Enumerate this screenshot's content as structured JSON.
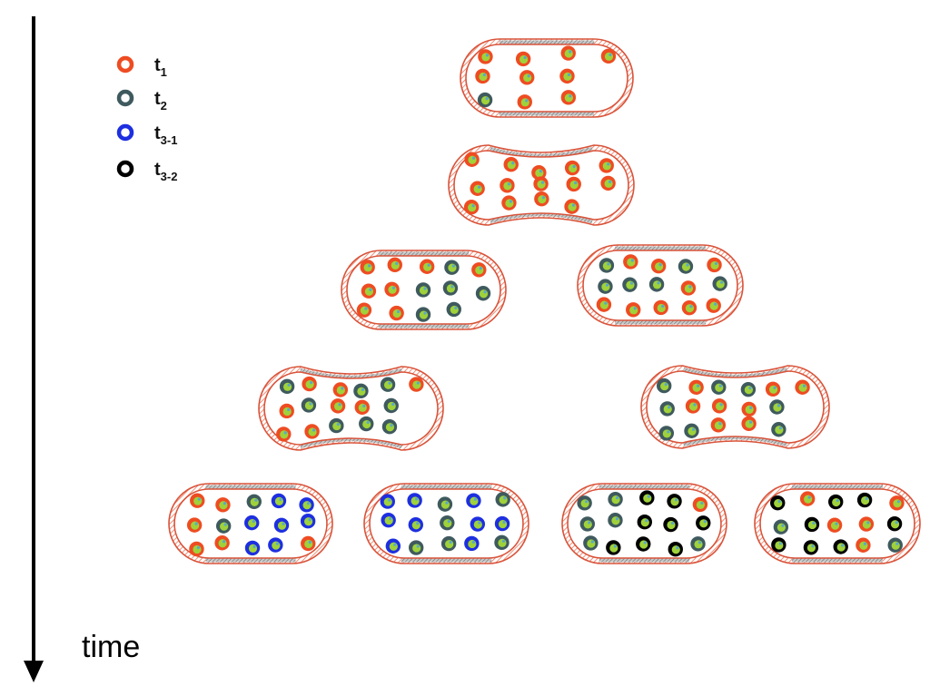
{
  "axis": {
    "label": "time"
  },
  "legend": [
    {
      "base": "t",
      "sub": "1",
      "color": "#ee4c22"
    },
    {
      "base": "t",
      "sub": "2",
      "color": "#3f5a5e"
    },
    {
      "base": "t",
      "sub": "3-1",
      "color": "#1d2fe0"
    },
    {
      "base": "t",
      "sub": "3-2",
      "color": "#000000"
    }
  ],
  "colors": {
    "membrane": "#d9533a",
    "membrane_hatch": "#f6c9b9",
    "septum_band": "#8a8a8a",
    "core": "#9fd23a",
    "core_spot": "#5aa8c8"
  },
  "cells": [
    {
      "generation": 1,
      "shape": "rod",
      "particles": [
        "t1",
        "t1",
        "t2",
        "t1",
        "t1",
        "t1",
        "t1",
        "t1",
        "t1",
        "t1"
      ]
    },
    {
      "generation": 2,
      "shape": "dividing",
      "particles": [
        "t1",
        "t1",
        "t1",
        "t1",
        "t1",
        "t1",
        "t1",
        "t1",
        "t1",
        "t1",
        "t1",
        "t1",
        "t1",
        "t1"
      ]
    },
    {
      "generation": 3,
      "shape": "rod",
      "particles": [
        "t1",
        "t1",
        "t1",
        "t1",
        "t1",
        "t1",
        "t1",
        "t2",
        "t2",
        "t2",
        "t2",
        "t2",
        "t1",
        "t2"
      ]
    },
    {
      "generation": 3,
      "shape": "rod",
      "particles": [
        "t2",
        "t2",
        "t1",
        "t1",
        "t2",
        "t1",
        "t1",
        "t2",
        "t1",
        "t2",
        "t1",
        "t1",
        "t1",
        "t2",
        "t1"
      ]
    },
    {
      "generation": 4,
      "shape": "dividing",
      "particles": [
        "t2",
        "t1",
        "t1",
        "t1",
        "t2",
        "t1",
        "t1",
        "t1",
        "t2",
        "t2",
        "t1",
        "t2",
        "t2",
        "t2",
        "t2",
        "t1"
      ]
    },
    {
      "generation": 4,
      "shape": "dividing",
      "particles": [
        "t2",
        "t2",
        "t2",
        "t1",
        "t1",
        "t2",
        "t2",
        "t1",
        "t1",
        "t2",
        "t1",
        "t1",
        "t1",
        "t2",
        "t2",
        "t1"
      ]
    },
    {
      "generation": 5,
      "shape": "rod",
      "particles": [
        "t1",
        "t1",
        "t1",
        "t1",
        "t2",
        "t1",
        "t2",
        "t3-1",
        "t3-1",
        "t3-1",
        "t3-1",
        "t3-1",
        "t3-1",
        "t3-1",
        "t1"
      ]
    },
    {
      "generation": 5,
      "shape": "rod",
      "particles": [
        "t3-1",
        "t3-1",
        "t3-1",
        "t3-1",
        "t3-1",
        "t2",
        "t2",
        "t2",
        "t2",
        "t3-1",
        "t3-1",
        "t3-1",
        "t2",
        "t3-1",
        "t2"
      ]
    },
    {
      "generation": 5,
      "shape": "rod",
      "particles": [
        "t2",
        "t2",
        "t2",
        "t2",
        "t2",
        "t3-2",
        "t3-2",
        "t3-2",
        "t3-2",
        "t3-2",
        "t3-2",
        "t3-2",
        "t1",
        "t3-2",
        "t2"
      ]
    },
    {
      "generation": 5,
      "shape": "rod",
      "particles": [
        "t3-2",
        "t2",
        "t3-2",
        "t1",
        "t3-2",
        "t3-2",
        "t3-2",
        "t1",
        "t3-2",
        "t3-2",
        "t1",
        "t1",
        "t1",
        "t3-2",
        "t2"
      ]
    }
  ]
}
